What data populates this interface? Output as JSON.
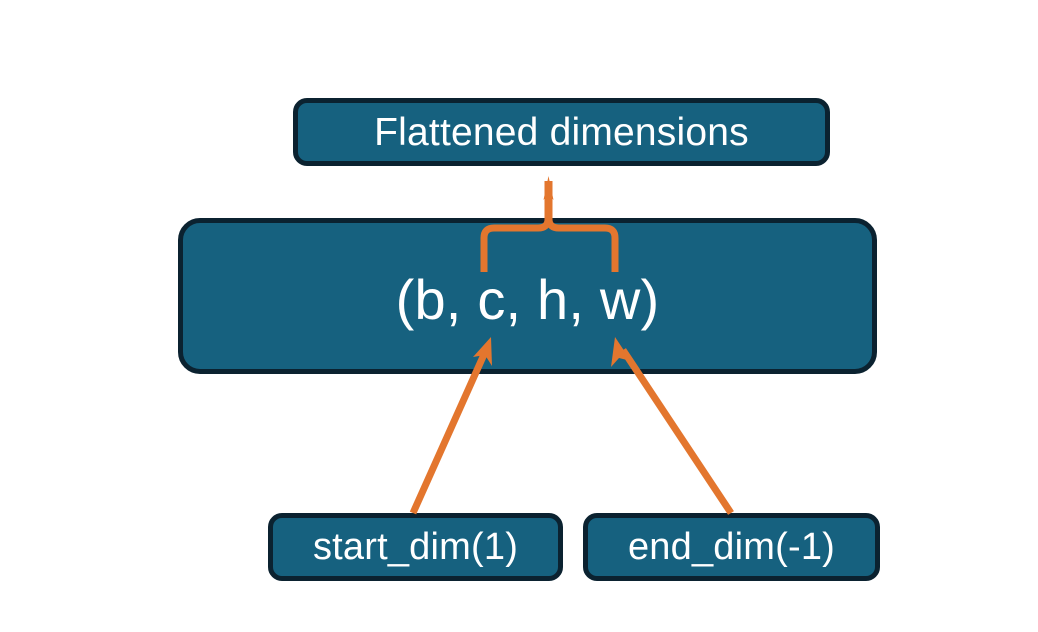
{
  "diagram": {
    "title": "Flatten dimension range diagram",
    "colors": {
      "node_fill": "#16617F",
      "node_border": "#0B2230",
      "node_text": "#FFFFFF",
      "connector": "#E3762E",
      "background": "#FFFFFF"
    },
    "nodes": {
      "flattened": {
        "label": "Flattened dimensions",
        "role": "annotation-top"
      },
      "shape": {
        "label": "(b, c, h, w)",
        "role": "tensor-shape-tuple",
        "dims": [
          "b",
          "c",
          "h",
          "w"
        ]
      },
      "start_dim": {
        "label": "start_dim(1)",
        "role": "argument",
        "arg_name": "start_dim",
        "arg_value": "1"
      },
      "end_dim": {
        "label": "end_dim(-1)",
        "role": "argument",
        "arg_name": "end_dim",
        "arg_value": "-1"
      }
    },
    "connectors": [
      {
        "name": "brace-over-flattened-dims",
        "type": "curly-brace",
        "from": "shape.dims[c,h,w]",
        "to": "flattened",
        "color": "#E3762E"
      },
      {
        "name": "arrow-start-dim-to-c",
        "type": "arrow",
        "from": "start_dim",
        "to": "shape.dims[c]",
        "color": "#E3762E"
      },
      {
        "name": "arrow-end-dim-to-w",
        "type": "arrow",
        "from": "end_dim",
        "to": "shape.dims[w]",
        "color": "#E3762E"
      }
    ]
  }
}
